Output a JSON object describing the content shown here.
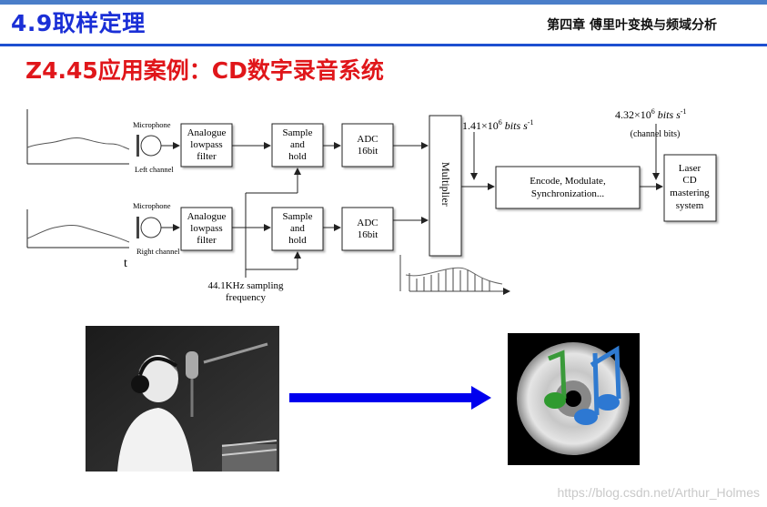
{
  "header": {
    "section_title": "4.9取样定理",
    "chapter_label": "第四章 傅里叶变换与频域分析"
  },
  "slide": {
    "subtitle": "Z4.45应用案例：CD数字录音系统"
  },
  "diagram": {
    "mic_label_top": "Microphone",
    "mic_label_bottom": "Microphone",
    "left_channel": "Left channel",
    "right_channel": "Right channel",
    "filter_line1": "Analogue",
    "filter_line2": "lowpass",
    "filter_line3": "filter",
    "sh_line1": "Sample",
    "sh_line2": "and",
    "sh_line3": "hold",
    "adc_line1": "ADC",
    "adc_line2": "16bit",
    "multiplier": "Multiplier",
    "rate1_value": "1.41×10",
    "rate1_exp": "6",
    "rate1_unit": " bits s",
    "rate1_unit_exp": "-1",
    "rate2_value": "4.32×10",
    "rate2_exp": "6",
    "rate2_unit": " bits s",
    "rate2_unit_exp": "-1",
    "channel_bits": "(channel bits)",
    "encode_line1": "Encode, Modulate,",
    "encode_line2": "Synchronization...",
    "laser_line1": "Laser",
    "laser_line2": "CD",
    "laser_line3": "mastering",
    "laser_line4": "system",
    "sampling_line1": "44.1KHz sampling",
    "sampling_line2": "frequency",
    "t_axis": "t"
  },
  "watermark": "https://blog.csdn.net/Arthur_Holmes"
}
